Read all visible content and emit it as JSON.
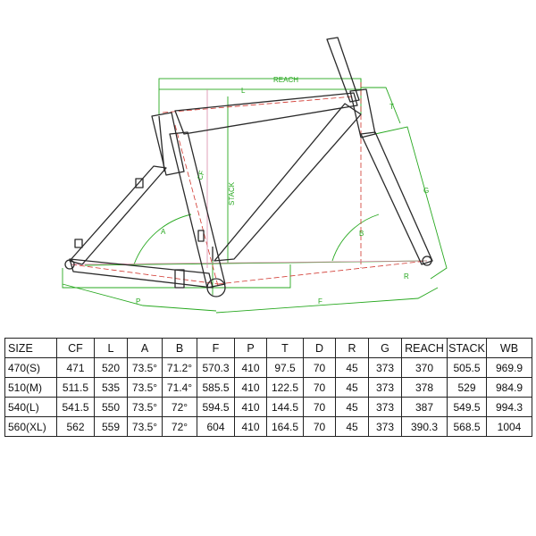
{
  "diagram": {
    "labels": {
      "reach": "REACH",
      "l": "L",
      "stack": "STACK",
      "cf": "CF",
      "t": "T",
      "g": "G",
      "a": "A",
      "b": "B",
      "r": "R",
      "p": "P",
      "f": "F"
    },
    "colors": {
      "frame": "#2a2a2a",
      "dimension_green": "#27a81f",
      "dimension_red": "#d0342c",
      "dimension_pink": "#d88aa8",
      "centerline": "#777777"
    }
  },
  "table": {
    "headers": [
      "SIZE",
      "CF",
      "L",
      "A",
      "B",
      "F",
      "P",
      "T",
      "D",
      "R",
      "G",
      "REACH",
      "STACK",
      "WB"
    ],
    "rows": [
      [
        "470(S)",
        "471",
        "520",
        "73.5°",
        "71.2°",
        "570.3",
        "410",
        "97.5",
        "70",
        "45",
        "373",
        "370",
        "505.5",
        "969.9"
      ],
      [
        "510(M)",
        "511.5",
        "535",
        "73.5°",
        "71.4°",
        "585.5",
        "410",
        "122.5",
        "70",
        "45",
        "373",
        "378",
        "529",
        "984.9"
      ],
      [
        "540(L)",
        "541.5",
        "550",
        "73.5°",
        "72°",
        "594.5",
        "410",
        "144.5",
        "70",
        "45",
        "373",
        "387",
        "549.5",
        "994.3"
      ],
      [
        "560(XL)",
        "562",
        "559",
        "73.5°",
        "72°",
        "604",
        "410",
        "164.5",
        "70",
        "45",
        "373",
        "390.3",
        "568.5",
        "1004"
      ]
    ]
  }
}
